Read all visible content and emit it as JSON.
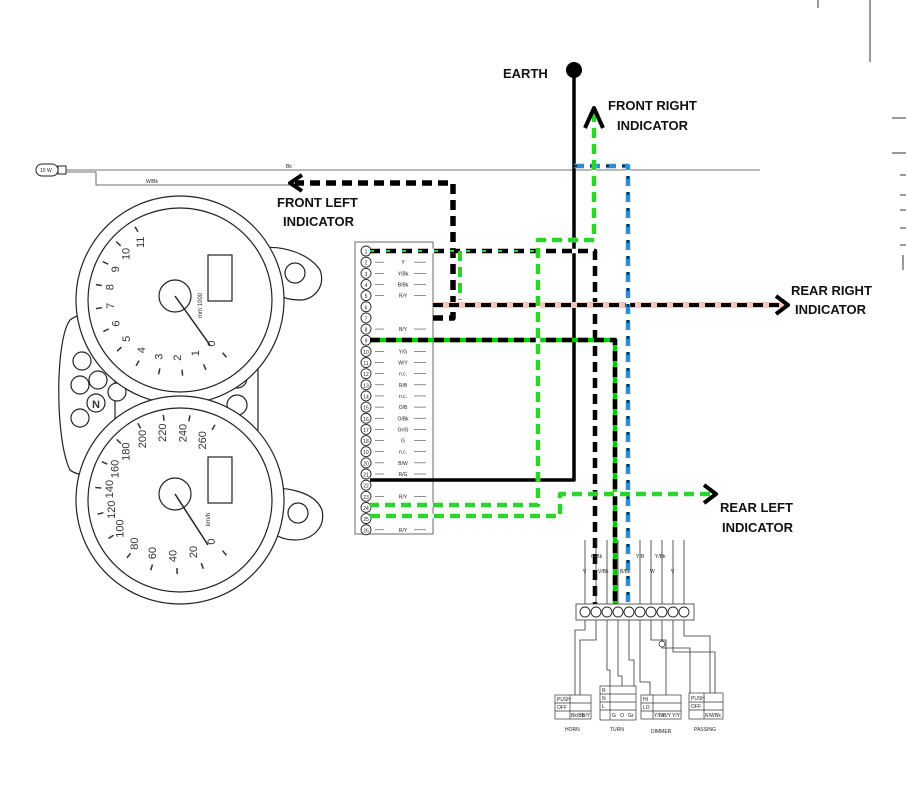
{
  "labels": {
    "earth": "EARTH",
    "front_right": [
      "FRONT RIGHT",
      "INDICATOR"
    ],
    "front_left": [
      "FRONT LEFT",
      "INDICATOR"
    ],
    "rear_right": [
      "REAR RIGHT",
      "INDICATOR"
    ],
    "rear_left": [
      "REAR LEFT",
      "INDICATOR"
    ]
  },
  "bulb": {
    "label": "10 W",
    "wire_top": "Bk",
    "wire_bottom": "W/Bk"
  },
  "connector_pins": [
    {
      "n": "1",
      "wire": ""
    },
    {
      "n": "2",
      "wire": "Y"
    },
    {
      "n": "3",
      "wire": "Y/Bk"
    },
    {
      "n": "4",
      "wire": "B/Bk"
    },
    {
      "n": "5",
      "wire": "R/Y"
    },
    {
      "n": "6",
      "wire": ""
    },
    {
      "n": "7",
      "wire": ""
    },
    {
      "n": "8",
      "wire": "B/Y"
    },
    {
      "n": "9",
      "wire": ""
    },
    {
      "n": "10",
      "wire": "Y/G"
    },
    {
      "n": "11",
      "wire": "W/Y"
    },
    {
      "n": "12",
      "wire": "n.c."
    },
    {
      "n": "13",
      "wire": "R/B"
    },
    {
      "n": "14",
      "wire": "n.c."
    },
    {
      "n": "15",
      "wire": "O/B"
    },
    {
      "n": "16",
      "wire": "O/Bk"
    },
    {
      "n": "17",
      "wire": "Gr/G"
    },
    {
      "n": "18",
      "wire": "G"
    },
    {
      "n": "19",
      "wire": "n.c."
    },
    {
      "n": "20",
      "wire": "B/W"
    },
    {
      "n": "21",
      "wire": "R/G"
    },
    {
      "n": "22",
      "wire": ""
    },
    {
      "n": "23",
      "wire": "R/Y"
    },
    {
      "n": "24",
      "wire": ""
    },
    {
      "n": "25",
      "wire": ""
    },
    {
      "n": "26",
      "wire": "R/Y"
    }
  ],
  "switch_wires_top": [
    "G/Bk",
    "Y/R",
    "Y/Bk"
  ],
  "switch_wires_bottom": [
    "V",
    "V/Bk",
    "B/Bk",
    "W",
    "V"
  ],
  "switches": {
    "horn": {
      "title": "HORN",
      "rows": [
        "PUSH",
        "OFF"
      ],
      "cols": [
        "Bk/Bk",
        "B/Y"
      ]
    },
    "turn": {
      "title": "TURN",
      "rows": [
        "R",
        "N",
        "L"
      ],
      "cols": [
        "G",
        "O",
        "Gr"
      ]
    },
    "dimmer": {
      "title": "DIMMER",
      "rows": [
        "HI",
        "LO"
      ],
      "cols": [
        "Y/Bk",
        "B/Y",
        "Y/Y"
      ]
    },
    "passing": {
      "title": "PASSING",
      "rows": [
        "PUSH",
        "OFF"
      ],
      "cols": [
        "R/W",
        "Bk"
      ]
    }
  },
  "tachometer": {
    "ticks": [
      "0",
      "1",
      "2",
      "3",
      "4",
      "5",
      "6",
      "7",
      "8",
      "9",
      "10",
      "11"
    ],
    "brand": "mm 1000"
  },
  "speedometer": {
    "ticks": [
      "0",
      "20",
      "40",
      "60",
      "80",
      "100",
      "120",
      "140",
      "160",
      "180",
      "200",
      "220",
      "240",
      "260"
    ],
    "unit": "km/h"
  }
}
